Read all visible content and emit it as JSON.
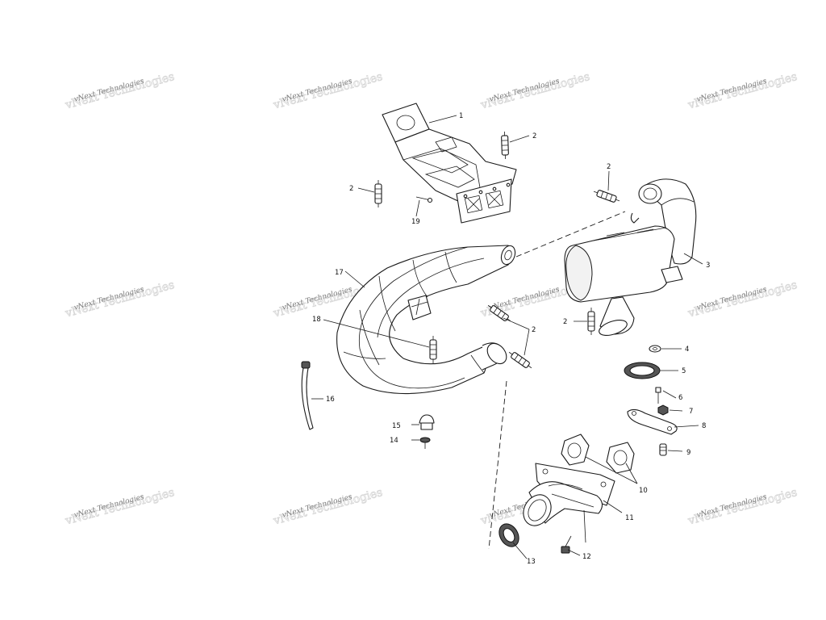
{
  "watermark": {
    "text": "vNext Technologies"
  },
  "callouts": {
    "c1": "1",
    "c2": "2",
    "c3": "3",
    "c4": "4",
    "c5": "5",
    "c6": "6",
    "c7": "7",
    "c8": "8",
    "c9": "9",
    "c10": "10",
    "c11": "11",
    "c12": "12",
    "c13": "13",
    "c14": "14",
    "c15": "15",
    "c16": "16",
    "c17": "17",
    "c18": "18",
    "c19": "19"
  }
}
